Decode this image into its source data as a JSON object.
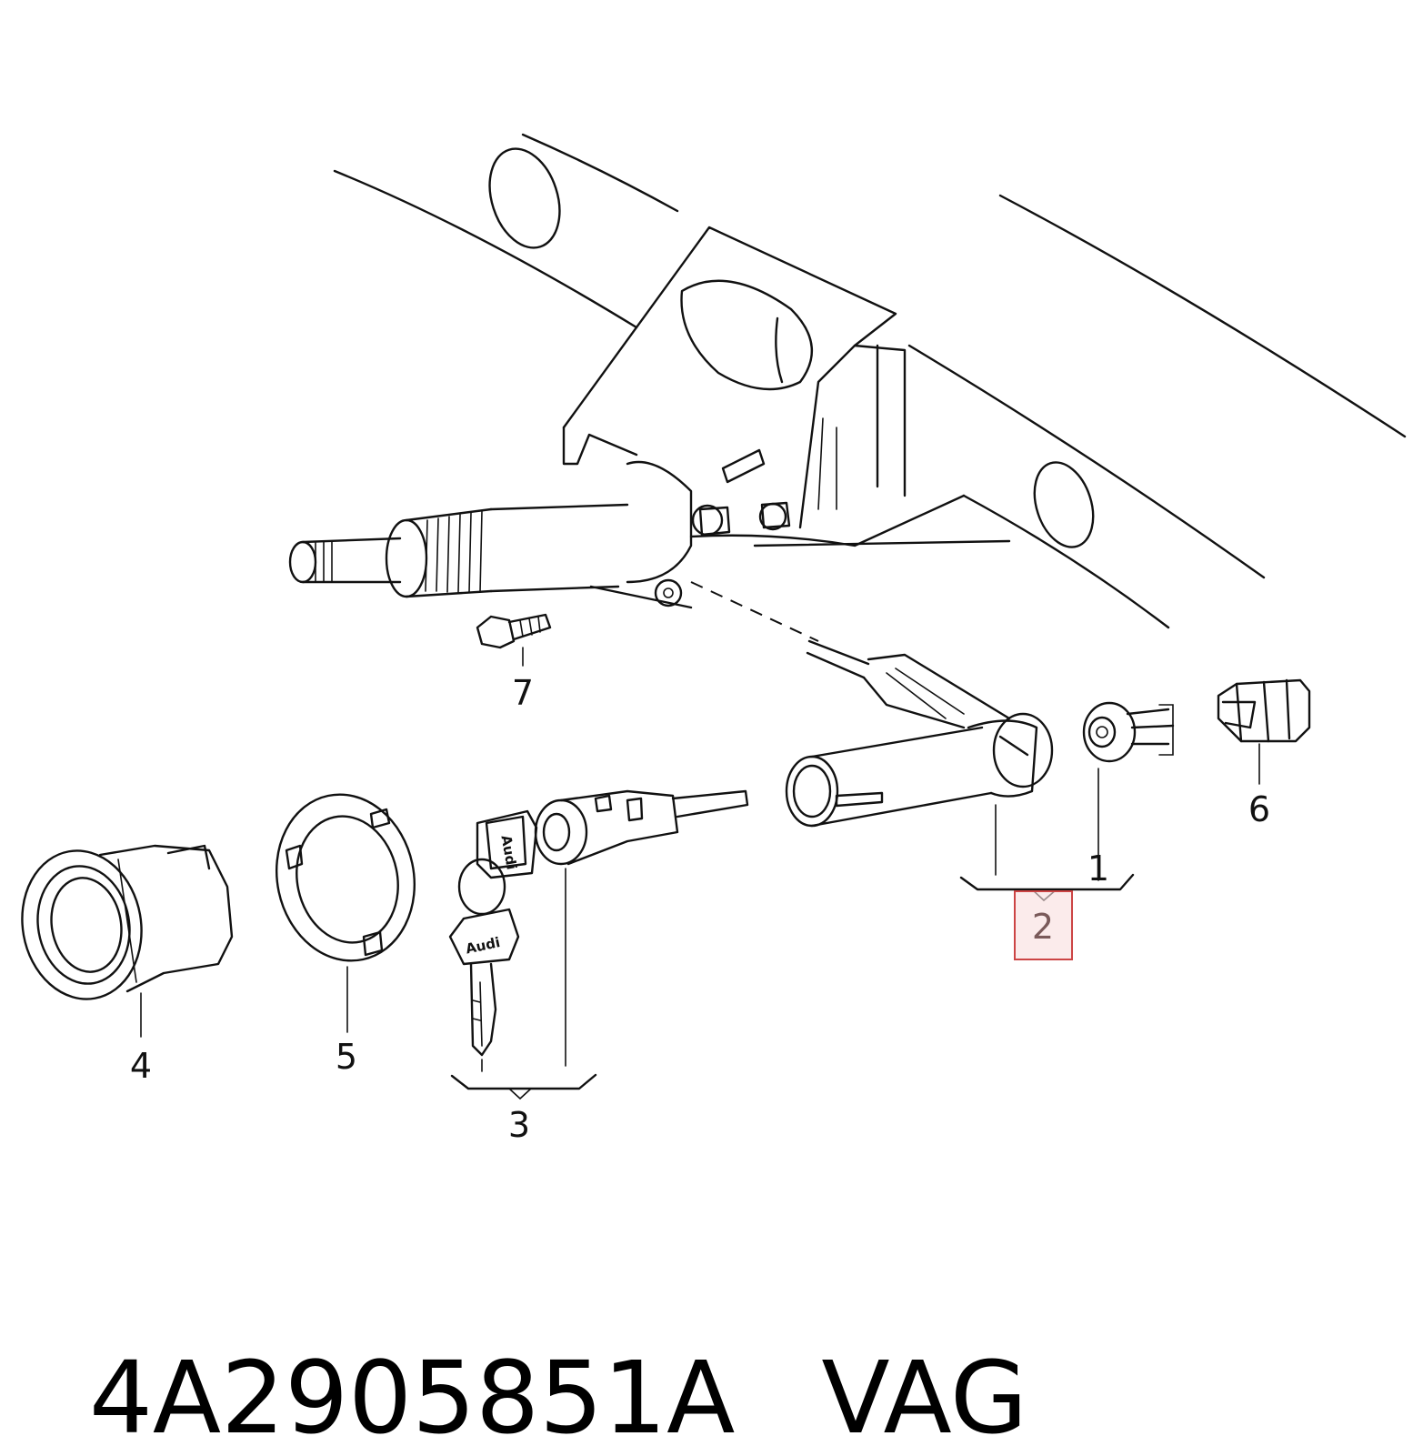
{
  "callouts": {
    "c1": "1",
    "c2": "2",
    "c3": "3",
    "c4": "4",
    "c5": "5",
    "c6": "6",
    "c7": "7"
  },
  "highlighted_callout": "2",
  "highlight_color": "#cc4444",
  "key_logo_text": "Audi",
  "footer": {
    "part_number": "4A2905851A",
    "brand": "VAG"
  }
}
